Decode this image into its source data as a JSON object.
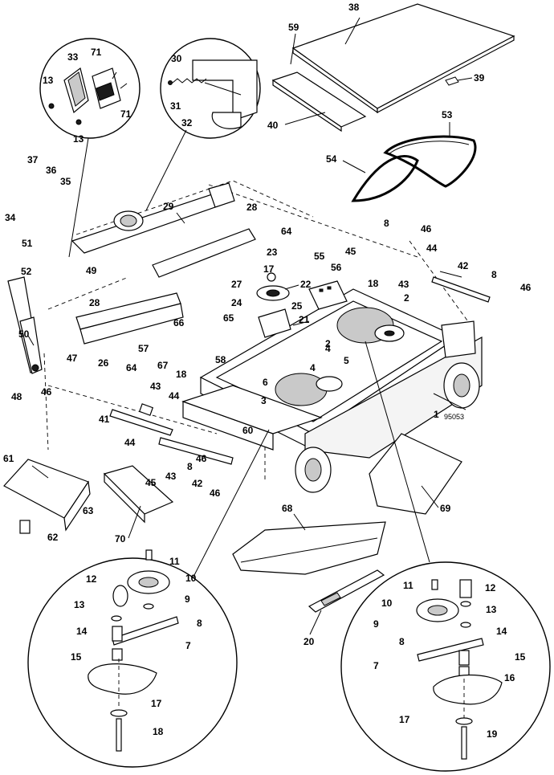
{
  "drawing_number": "95053",
  "callouts": {
    "c1": "1",
    "c2a": "2",
    "c2b": "2",
    "c3": "3",
    "c4a": "4",
    "c4b": "4",
    "c5": "5",
    "c6": "6",
    "c7a": "7",
    "c7b": "7",
    "c8a": "8",
    "c8b": "8",
    "c8c": "8",
    "c8d": "8",
    "c8e": "8",
    "c9a": "9",
    "c9b": "9",
    "c10a": "10",
    "c10b": "10",
    "c11a": "11",
    "c11b": "11",
    "c12a": "12",
    "c12b": "12",
    "c13a": "13",
    "c13b": "13",
    "c13c": "13",
    "c13d": "13",
    "c14a": "14",
    "c14b": "14",
    "c15a": "15",
    "c15b": "15",
    "c16": "16",
    "c17a": "17",
    "c17b": "17",
    "c17c": "17",
    "c18a": "18",
    "c18b": "18",
    "c18c": "18",
    "c19": "19",
    "c20": "20",
    "c21": "21",
    "c22": "22",
    "c23": "23",
    "c24": "24",
    "c25": "25",
    "c26": "26",
    "c27": "27",
    "c28a": "28",
    "c28b": "28",
    "c29": "29",
    "c30": "30",
    "c31": "31",
    "c32": "32",
    "c33": "33",
    "c34": "34",
    "c35": "35",
    "c36": "36",
    "c37": "37",
    "c38": "38",
    "c39": "39",
    "c40": "40",
    "c41": "41",
    "c42a": "42",
    "c42b": "42",
    "c43a": "43",
    "c43b": "43",
    "c43c": "43",
    "c44a": "44",
    "c44b": "44",
    "c44c": "44",
    "c45a": "45",
    "c45b": "45",
    "c46a": "46",
    "c46b": "46",
    "c46c": "46",
    "c46d": "46",
    "c46e": "46",
    "c47": "47",
    "c48": "48",
    "c49": "49",
    "c50": "50",
    "c51": "51",
    "c52": "52",
    "c53": "53",
    "c54": "54",
    "c55": "55",
    "c56": "56",
    "c57": "57",
    "c58": "58",
    "c59": "59",
    "c60": "60",
    "c61": "61",
    "c62": "62",
    "c63": "63",
    "c64a": "64",
    "c64b": "64",
    "c65": "65",
    "c66": "66",
    "c67": "67",
    "c68": "68",
    "c69": "69",
    "c70": "70",
    "c71a": "71",
    "c71b": "71"
  }
}
